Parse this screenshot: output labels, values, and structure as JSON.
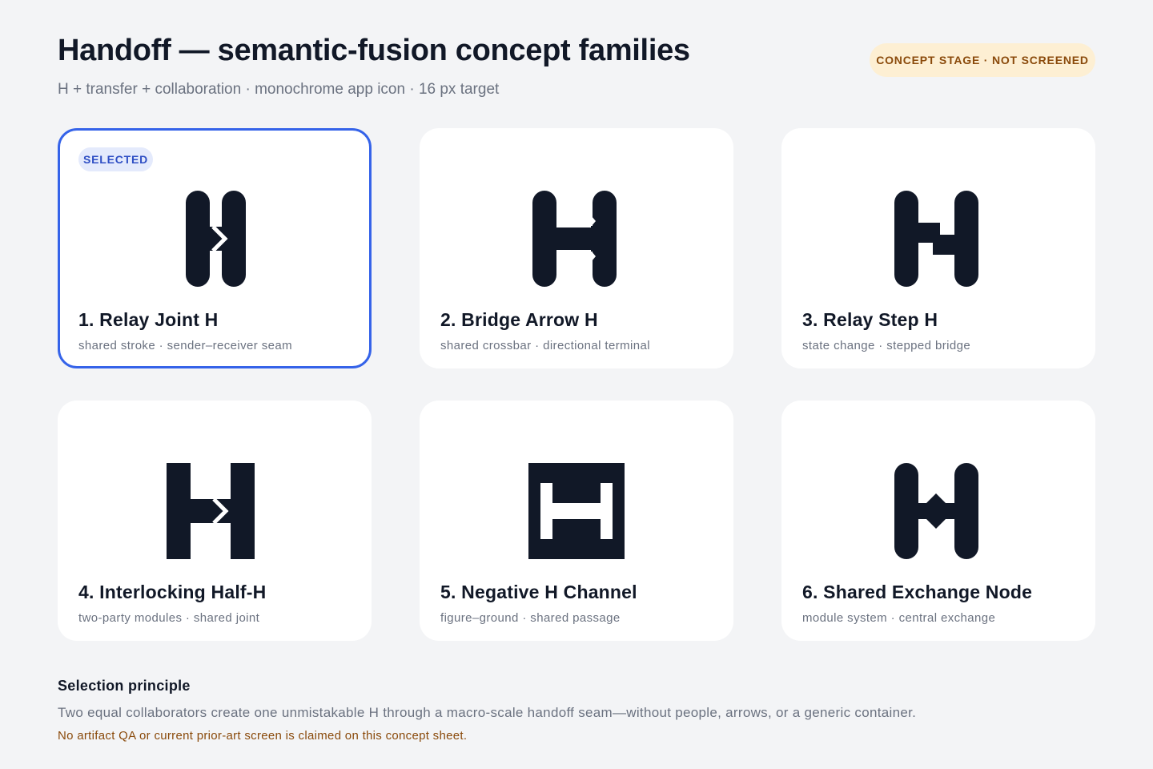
{
  "header": {
    "title": "Handoff — semantic-fusion concept families",
    "subtitle": "H + transfer + collaboration · monochrome app icon · 16 px target",
    "status_badge": "CONCEPT STAGE · NOT SCREENED"
  },
  "selected_label": "SELECTED",
  "concepts": [
    {
      "title": "1. Relay Joint H",
      "subtitle": "shared stroke · sender–receiver seam",
      "icon": "relay-joint-h-icon",
      "selected": true
    },
    {
      "title": "2. Bridge Arrow H",
      "subtitle": "shared crossbar · directional terminal",
      "icon": "bridge-arrow-h-icon",
      "selected": false
    },
    {
      "title": "3. Relay Step H",
      "subtitle": "state change · stepped bridge",
      "icon": "relay-step-h-icon",
      "selected": false
    },
    {
      "title": "4. Interlocking Half-H",
      "subtitle": "two-party modules · shared joint",
      "icon": "interlocking-half-h-icon",
      "selected": false
    },
    {
      "title": "5. Negative H Channel",
      "subtitle": "figure–ground · shared passage",
      "icon": "negative-h-channel-icon",
      "selected": false
    },
    {
      "title": "6. Shared Exchange Node",
      "subtitle": "module system · central exchange",
      "icon": "shared-exchange-node-icon",
      "selected": false
    }
  ],
  "footer": {
    "heading": "Selection principle",
    "text": "Two equal collaborators create one unmistakable H through a macro-scale handoff seam—without people, arrows, or a generic container.",
    "disclaimer": "No artifact QA or current prior-art screen is claimed on this concept sheet."
  },
  "colors": {
    "ink": "#111827",
    "accent": "#3563e9",
    "badge_bg": "#fdefd3",
    "badge_text": "#8a4a0b",
    "page_bg": "#f3f4f6"
  }
}
